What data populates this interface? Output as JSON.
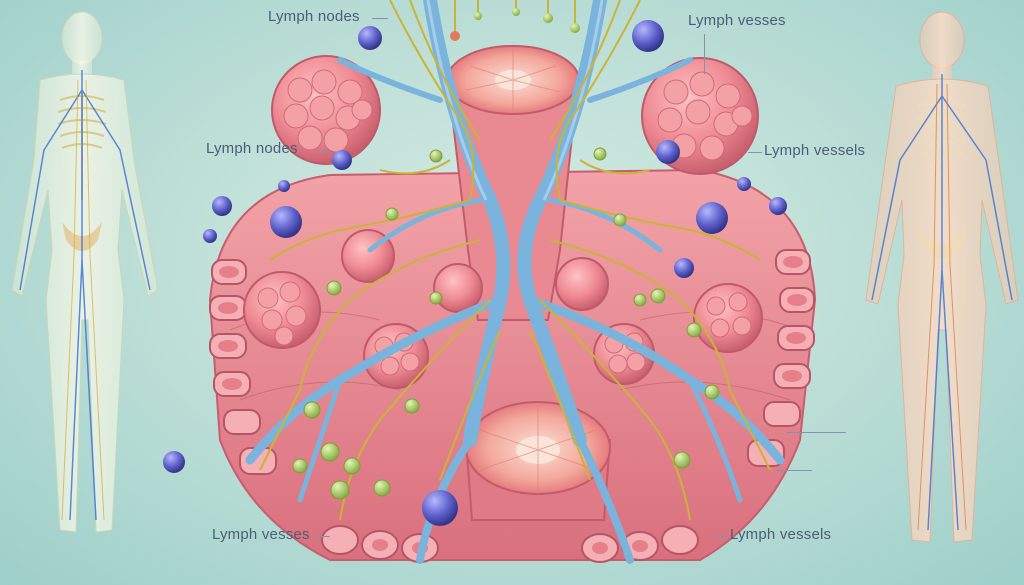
{
  "labels": {
    "top_left": "Lymph nodes",
    "top_right": "Lymph vesses",
    "mid_left": "Lymph nodes",
    "mid_right": "Lymph vessels",
    "bottom_left": "Lymph vesses",
    "bottom_right": "Lymph vessels"
  },
  "colors": {
    "background": "#bfe0d8",
    "tissue": "#e88f98",
    "node": "#f08a94",
    "lymph_vessel": "#7fb6de",
    "nerve_fiber": "#c9b43a",
    "blue_cell": "#5b5fc7",
    "green_cell": "#9cc25a"
  }
}
